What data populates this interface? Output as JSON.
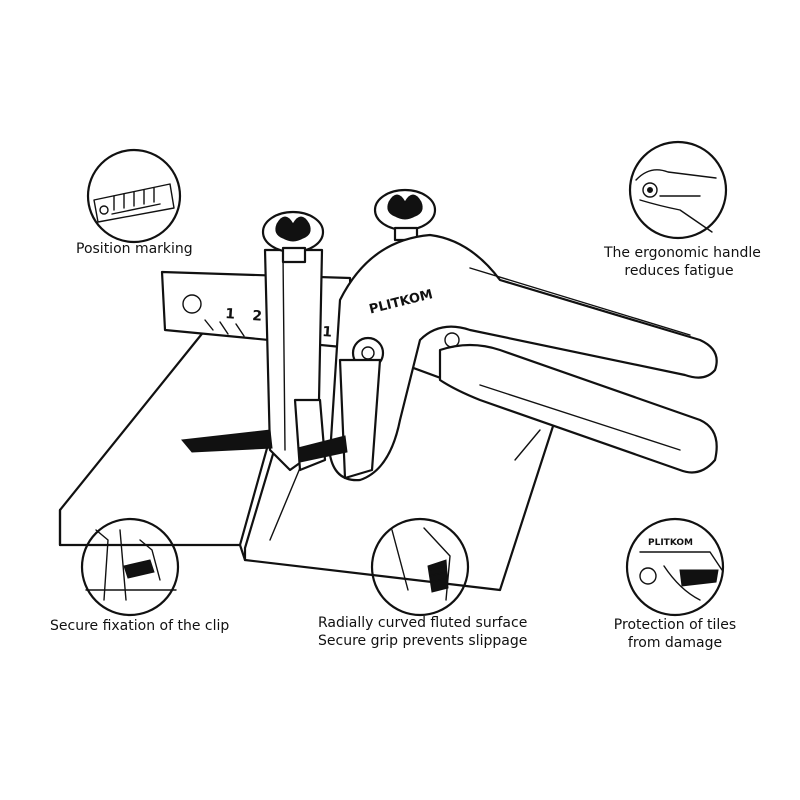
{
  "callouts": {
    "position_marking": {
      "label": "Position marking",
      "icon": "ruler-scale-icon"
    },
    "ergonomic_handle": {
      "line1": "The ergonomic handle",
      "line2": "reduces fatigue",
      "icon": "plier-handle-icon"
    },
    "fixation": {
      "label": "Secure fixation of the clip",
      "icon": "clip-fixation-icon"
    },
    "fluted_surface": {
      "line1": "Radially curved fluted surface",
      "line2": "Secure grip prevents slippage",
      "icon": "fluted-jaw-icon"
    },
    "protection": {
      "line1": "Protection of tiles",
      "line2": "from damage",
      "icon": "protective-pad-icon"
    }
  },
  "tool": {
    "brand": "PLITKOM",
    "scale_marks": [
      "1",
      "2",
      "1"
    ]
  },
  "colors": {
    "line": "#111111",
    "background": "#ffffff"
  }
}
